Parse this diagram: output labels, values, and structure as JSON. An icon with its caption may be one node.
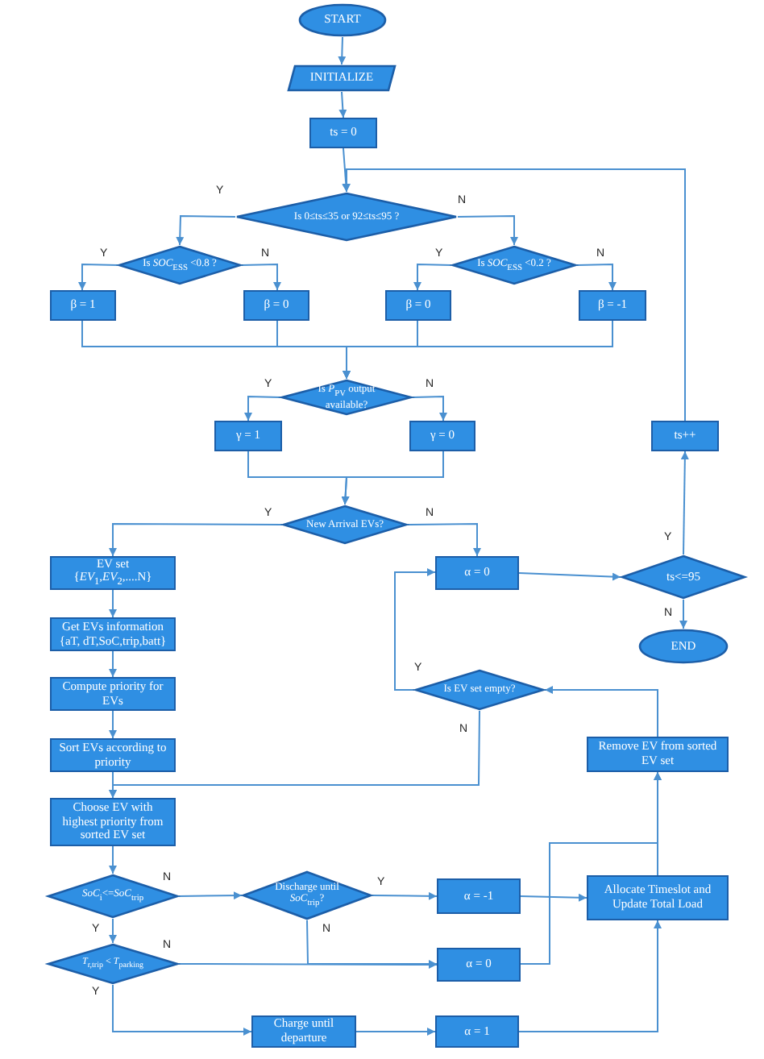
{
  "diagram": {
    "nodes": [
      {
        "text": [
          "START"
        ]
      },
      {
        "text": [
          "INITIALIZE"
        ]
      },
      {
        "text": [
          "ts = 0"
        ]
      },
      {
        "text": [
          "Is 0≤ts≤35 or 92≤ts≤95 ?"
        ]
      },
      {
        "text": [
          "Is *SOC*$_{ESS}$ <0.8 ?"
        ]
      },
      {
        "text": [
          "β = 1"
        ]
      },
      {
        "text": [
          "β = 0"
        ]
      },
      {
        "text": [
          "Is *SOC*$_{ESS}$ <0.2 ?"
        ]
      },
      {
        "text": [
          "β = 0"
        ]
      },
      {
        "text": [
          "β = -1"
        ]
      },
      {
        "text": [
          "Is *P*$_{PV}$ output available?"
        ]
      },
      {
        "text": [
          "γ = 1"
        ]
      },
      {
        "text": [
          "γ = 0"
        ]
      },
      {
        "text": [
          "New Arrival EVs?"
        ]
      },
      {
        "text": [
          "EV set {*EV*$_{1}$,*EV*$_{2}$,....N}"
        ]
      },
      {
        "text": [
          "Get EVs information {aT, dT,SoC,trip,batt}"
        ]
      },
      {
        "text": [
          "Compute priority for EVs"
        ]
      },
      {
        "text": [
          "Sort EVs according to priority"
        ]
      },
      {
        "text": [
          "Choose EV with highest priority from sorted EV set"
        ]
      },
      {
        "text": [
          "*SoC*$_{i}$<=*SoC*$_{trip}$"
        ]
      },
      {
        "text": [
          "Discharge until *SoC*$_{trip}$?"
        ]
      },
      {
        "text": [
          "α = -1"
        ]
      },
      {
        "text": [
          "*T*$_{r,trip}$ < *T*$_{parking}$"
        ]
      },
      {
        "text": [
          "α = 0"
        ]
      },
      {
        "text": [
          "Charge until departure"
        ]
      },
      {
        "text": [
          "α = 1"
        ]
      },
      {
        "text": [
          "Allocate Timeslot and Update Total Load"
        ]
      },
      {
        "text": [
          "Remove EV from sorted EV set"
        ]
      },
      {
        "text": [
          "Is EV set empty?"
        ]
      },
      {
        "text": [
          "α = 0"
        ]
      },
      {
        "text": [
          "ts<=95"
        ]
      },
      {
        "text": [
          "END"
        ]
      },
      {
        "text": [
          "ts++"
        ]
      }
    ],
    "edges": [
      {
        "from": 0,
        "to": 1,
        "arrow": "to"
      },
      {
        "from": 1,
        "to": 2,
        "arrow": "to"
      },
      {
        "from": 2,
        "to": 3,
        "arrow": "to"
      },
      {
        "from": 3,
        "to": 4,
        "arrow": "to",
        "label": "Y"
      },
      {
        "from": 3,
        "to": 7,
        "arrow": "to",
        "label": "N"
      },
      {
        "from": 4,
        "to": 5,
        "arrow": "to",
        "label": "Y"
      },
      {
        "from": 4,
        "to": 6,
        "arrow": "to",
        "label": "N"
      },
      {
        "from": 7,
        "to": 8,
        "arrow": "to",
        "label": "Y"
      },
      {
        "from": 7,
        "to": 9,
        "arrow": "to",
        "label": "N"
      },
      {
        "from": 5,
        "to": 10,
        "arrow": "to"
      },
      {
        "from": 6,
        "to": 10,
        "arrow": "to"
      },
      {
        "from": 8,
        "to": 10,
        "arrow": "to"
      },
      {
        "from": 9,
        "to": 10,
        "arrow": "to"
      },
      {
        "from": 10,
        "to": 11,
        "arrow": "to",
        "label": "Y"
      },
      {
        "from": 10,
        "to": 12,
        "arrow": "to",
        "label": "N"
      },
      {
        "from": 11,
        "to": 13,
        "arrow": "to"
      },
      {
        "from": 12,
        "to": 13,
        "arrow": "to"
      },
      {
        "from": 13,
        "to": 14,
        "arrow": "to",
        "label": "Y"
      },
      {
        "from": 13,
        "to": 29,
        "arrow": "to",
        "label": "N"
      },
      {
        "from": 14,
        "to": 15,
        "arrow": "to"
      },
      {
        "from": 15,
        "to": 16,
        "arrow": "to"
      },
      {
        "from": 16,
        "to": 17,
        "arrow": "to"
      },
      {
        "from": 17,
        "to": 18,
        "arrow": "to"
      },
      {
        "from": 18,
        "to": 19,
        "arrow": "to"
      },
      {
        "from": 19,
        "to": 20,
        "arrow": "to",
        "label": "N"
      },
      {
        "from": 20,
        "to": 21,
        "arrow": "to",
        "label": "Y"
      },
      {
        "from": 20,
        "to": 23,
        "arrow": "to",
        "label": "N"
      },
      {
        "from": 19,
        "to": 22,
        "arrow": "to",
        "label": "Y"
      },
      {
        "from": 22,
        "to": 23,
        "arrow": "to",
        "label": "N"
      },
      {
        "from": 22,
        "to": 24,
        "arrow": "to",
        "label": "Y"
      },
      {
        "from": 24,
        "to": 25,
        "arrow": "to"
      },
      {
        "from": 25,
        "to": 26,
        "arrow": "to"
      },
      {
        "from": 21,
        "to": 26,
        "arrow": "to"
      },
      {
        "from": 23,
        "to": 27,
        "arrow": "to"
      },
      {
        "from": 26,
        "to": 27,
        "arrow": "to"
      },
      {
        "from": 27,
        "to": 28,
        "arrow": "to"
      },
      {
        "from": 28,
        "to": 29,
        "arrow": "to",
        "label": "Y"
      },
      {
        "from": 28,
        "to": 18,
        "arrow": "to",
        "label": "N"
      },
      {
        "from": 29,
        "to": 30,
        "arrow": "to"
      },
      {
        "from": 30,
        "to": 31,
        "arrow": "to",
        "label": "N"
      },
      {
        "from": 30,
        "to": 32,
        "arrow": "to",
        "label": "Y"
      },
      {
        "from": 32,
        "to": 3,
        "arrow": "to"
      }
    ]
  }
}
